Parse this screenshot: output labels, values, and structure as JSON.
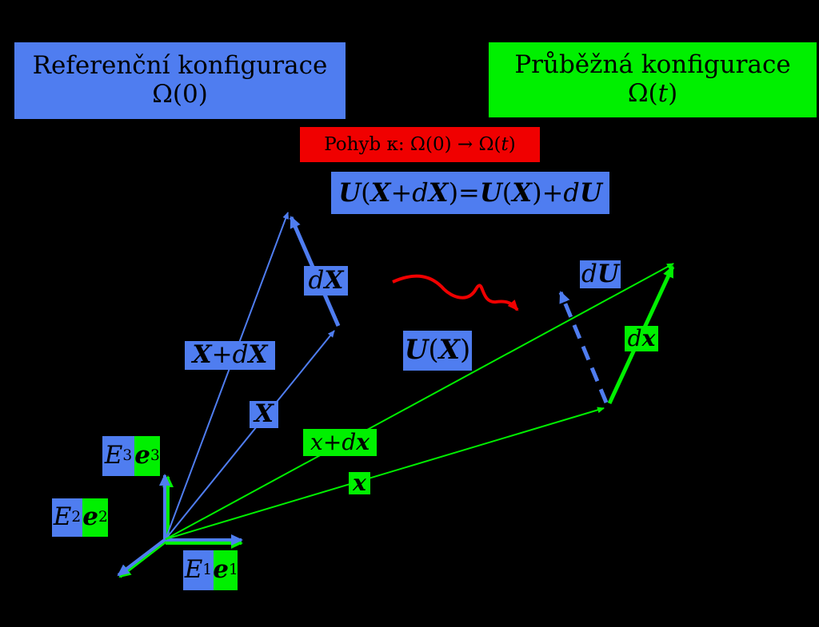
{
  "reference_config": {
    "title": "Referenční konfigurace",
    "symbol": "Ω(0)"
  },
  "current_config": {
    "title": "Průběžná konfigurace",
    "symbol_prefix": "Ω(",
    "symbol_var": "t",
    "symbol_suffix": ")"
  },
  "motion": {
    "text": "Pohyb κ: Ω(0) → Ω(",
    "var": "t",
    "suffix": ")"
  },
  "equation": {
    "U1": "U",
    "open1": "(",
    "X1": "X",
    "plus1": " + ",
    "d1": "d",
    "X2": "X",
    "close1": ")",
    "eq": " = ",
    "U2": "U",
    "open2": "(",
    "X3": "X",
    "close2": ")",
    "plus2": " + ",
    "d2": "d",
    "U3": "U"
  },
  "labels": {
    "dX": {
      "d": "d",
      "v": "X"
    },
    "X_plus_dX": {
      "a": "X",
      "plus": " + ",
      "d": "d",
      "b": "X"
    },
    "X": "X",
    "U_of_X": {
      "u": "U",
      "open": "(",
      "x": "X",
      "close": ")"
    },
    "dU": {
      "d": "d",
      "u": "U"
    },
    "dx": {
      "d": "d",
      "x": "x"
    },
    "x_plus_dx": {
      "a": "x",
      "plus": " + ",
      "d": "d",
      "b": "x"
    },
    "x": "x"
  },
  "basis": {
    "E3": {
      "E": "E",
      "i": "3",
      "e": "e"
    },
    "E2": {
      "E": "E",
      "i": "2",
      "e": "e"
    },
    "E1": {
      "E": "E",
      "i": "1",
      "e": "e"
    }
  },
  "colors": {
    "background": "#000000",
    "reference_blue": "#4f7df0",
    "current_green": "#00f000",
    "motion_red": "#f00000"
  }
}
